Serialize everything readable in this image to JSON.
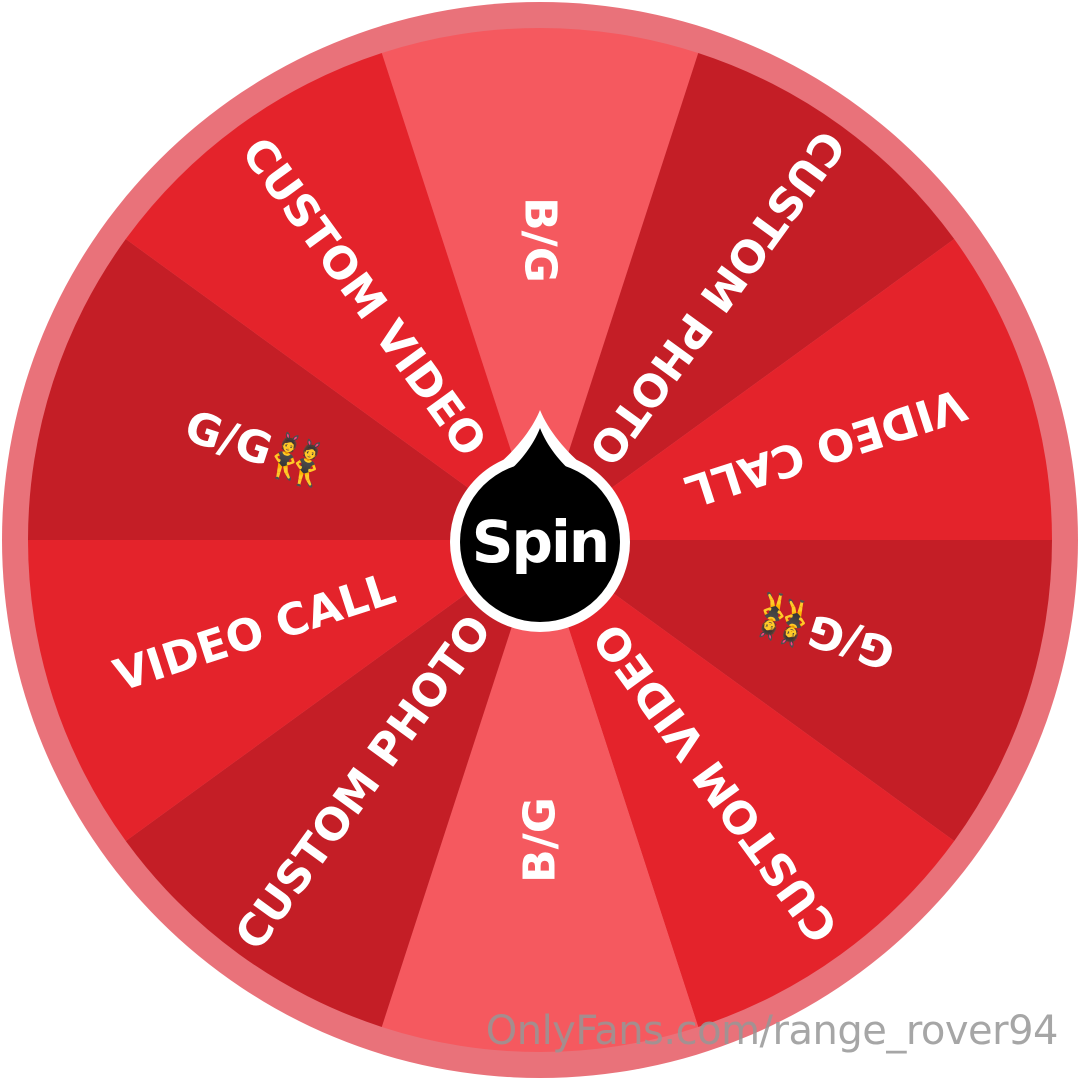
{
  "wheel": {
    "spin_label": "Spin",
    "rim_color": "#e9727a",
    "segments": [
      {
        "label": "B/G",
        "color": "#f5595f"
      },
      {
        "label": "CUSTOM PHOTO",
        "color": "#c41e26"
      },
      {
        "label": "VIDEO CALL",
        "color": "#e4232b"
      },
      {
        "label": "G/G👯",
        "color": "#c41e26"
      },
      {
        "label": "CUSTOM VIDEO",
        "color": "#e4232b"
      },
      {
        "label": "B/G",
        "color": "#f5595f"
      },
      {
        "label": "CUSTOM PHOTO",
        "color": "#c41e26"
      },
      {
        "label": "VIDEO CALL",
        "color": "#e4232b"
      },
      {
        "label": "G/G👯",
        "color": "#c41e26"
      },
      {
        "label": "CUSTOM VIDEO",
        "color": "#e4232b"
      }
    ]
  },
  "watermark": "OnlyFans.com/range_rover94"
}
